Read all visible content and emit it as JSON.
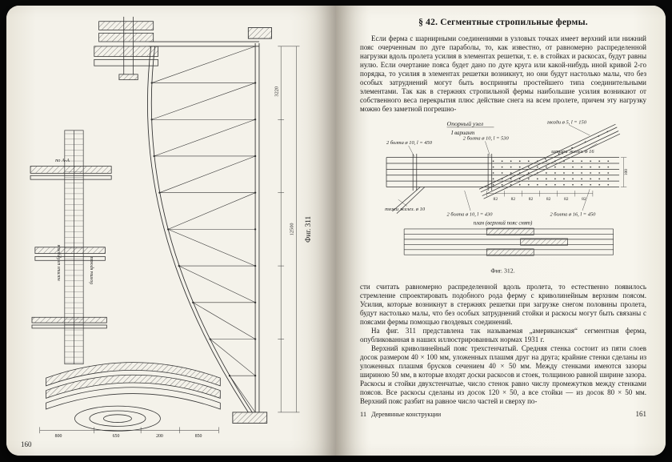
{
  "left": {
    "page_number": "160",
    "fig_caption": "Фиг. 311",
    "dims": {
      "span": "12500",
      "rise": "3220",
      "section": "по А-А",
      "note1": "настил из брусков",
      "note2": "болты кровли",
      "d1": "800",
      "d2": "650",
      "d3": "200",
      "d4": "850"
    }
  },
  "right": {
    "heading": "§ 42. Сегментные стропильные фермы.",
    "para1": "Если ферма с шарнирными соединениями в узловых точках имеет верхний или нижний пояс очерченным по дуге параболы, то, как известно, от равномерно распределенной нагрузки вдоль пролета усилия в элементах решетки, т. е. в стойках и раскосах, будут равны нулю. Если очертание пояса будет дано по дуге круга или какой-нибудь иной кривой 2-го порядка, то усилия в элементах решетки возникнут, но они будут настолько малы, что без особых затруднений могут быть восприняты простейшего типа соединительными элементами. Так как в стержнях стропильной фермы наибольшие усилия возникают от собственного веса перекрытия плюс действие снега на всем пролете, причем эту нагрузку можно без заметной погрешно-",
    "fig": {
      "title": "Опорный узел",
      "variant": "I вариант",
      "lbl_nails": "гвозди ø 5, l = 150",
      "lbl_bolts450": "2 болта ø 10, l = 450",
      "lbl_bolts530": "2 болта ø 10, l = 530",
      "lbl_pins": "штыри желез. ø 16",
      "lbl_ties": "тяжи желез. ø 10",
      "lbl_bolts430": "2 болта ø 10, l = 430",
      "lbl_bolts16": "2 болта ø 16, l = 450",
      "dim82": "82",
      "dim100": "100",
      "plan_caption": "план (верхний пояс снят)",
      "caption": "Фиг. 312."
    },
    "para2": "сти считать равномерно распределенной вдоль пролета, то естественно появилось стремление спроектировать подобного рода ферму с криволинейным верхним поясом. Усилия, которые возникнут в стержнях решетки при загрузке снегом половины пролета, будут настолько малы, что без особых затруднений стойки и раскосы могут быть связаны с поясами фермы помощью гвоздевых соединений.",
    "para3": "На фиг. 311 представлена так называемая „американская“ сегментная ферма, опубликованная в наших иллюстрированных нормах 1931 г.",
    "para4": "Верхний криволинейный пояс трехстенчатый. Средняя стенка состоит из пяти слоев досок размером 40 × 100 мм, уложенных плашмя друг на друга; крайние стенки сделаны из уложенных плашмя брусков сечением 40 × 50 мм. Между стенками имеются зазоры шириною 50 мм, в которые входят доски раскосов и стоек, толщиною равной ширине зазора. Раскосы и стойки двухстенчатые, число стенок равно числу промежутков между стенками поясов. Все раскосы сделаны из досок 120 × 50, а все стойки — из досок 80 × 50 мм. Верхний пояс разбит на равное число частей и сверху по-",
    "footer_sig": "11",
    "footer_series": "Деревянные конструкции",
    "page_number": "161"
  }
}
